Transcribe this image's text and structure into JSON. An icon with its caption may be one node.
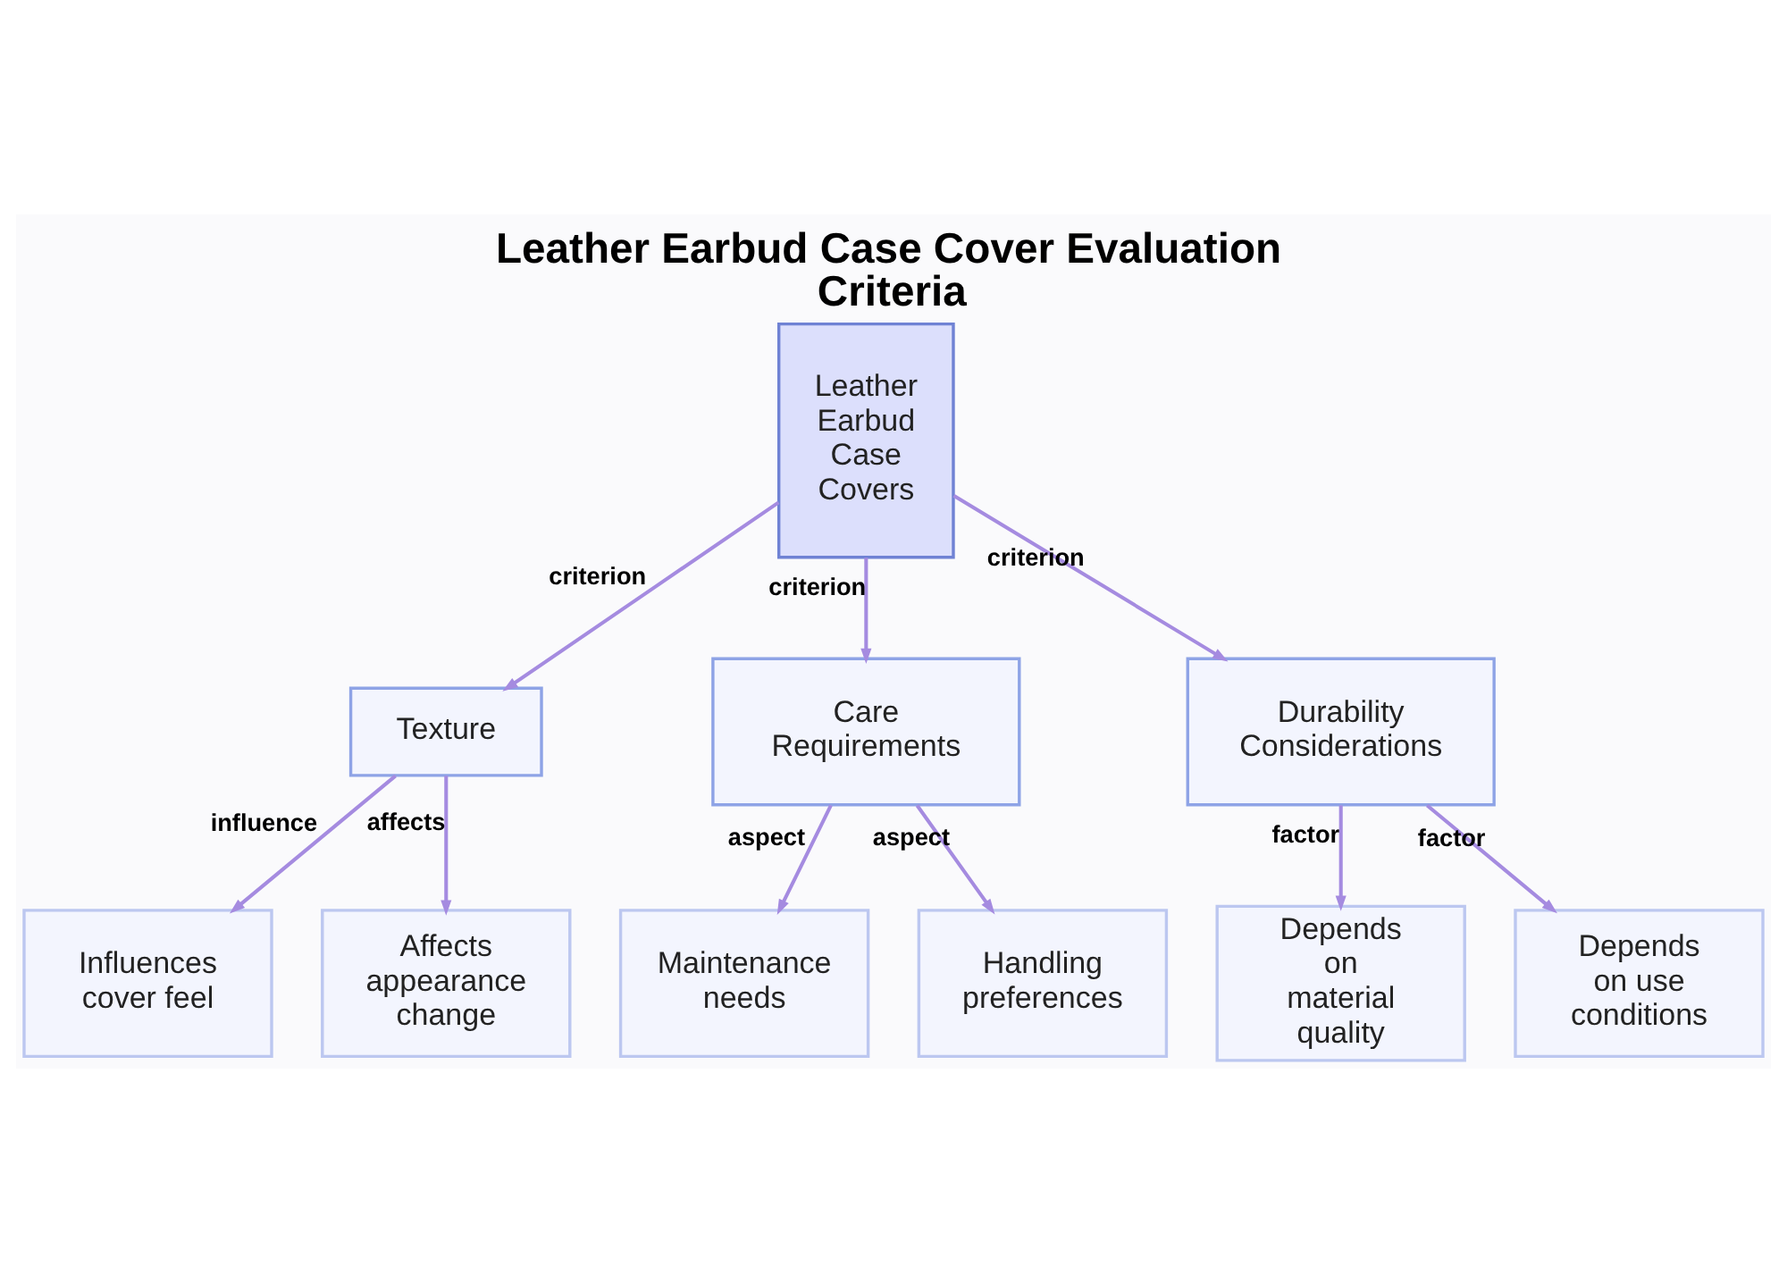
{
  "diagram": {
    "title": "Leather Earbud Case Cover Evaluation Criteria",
    "nodes": [
      {
        "text": [
          "Leather Earbud Case Covers"
        ]
      },
      {
        "text": [
          "Texture"
        ]
      },
      {
        "text": [
          "Care Requirements"
        ]
      },
      {
        "text": [
          "Durability Considerations"
        ]
      },
      {
        "text": [
          "Influences cover feel"
        ]
      },
      {
        "text": [
          "Affects appearance change"
        ]
      },
      {
        "text": [
          "Maintenance needs"
        ]
      },
      {
        "text": [
          "Handling preferences"
        ]
      },
      {
        "text": [
          "Depends on material quality"
        ]
      },
      {
        "text": [
          "Depends on use conditions"
        ]
      }
    ],
    "edges": [
      {
        "from": 0,
        "to": 1,
        "arrow": "to",
        "label": "criterion"
      },
      {
        "from": 0,
        "to": 2,
        "arrow": "to",
        "label": "criterion"
      },
      {
        "from": 0,
        "to": 3,
        "arrow": "to",
        "label": "criterion"
      },
      {
        "from": 1,
        "to": 4,
        "arrow": "to",
        "label": "influence"
      },
      {
        "from": 1,
        "to": 5,
        "arrow": "to",
        "label": "affects"
      },
      {
        "from": 2,
        "to": 6,
        "arrow": "to",
        "label": "aspect"
      },
      {
        "from": 2,
        "to": 7,
        "arrow": "to",
        "label": "aspect"
      },
      {
        "from": 3,
        "to": 8,
        "arrow": "to",
        "label": "factor"
      },
      {
        "from": 3,
        "to": 9,
        "arrow": "to",
        "label": "factor"
      }
    ]
  }
}
